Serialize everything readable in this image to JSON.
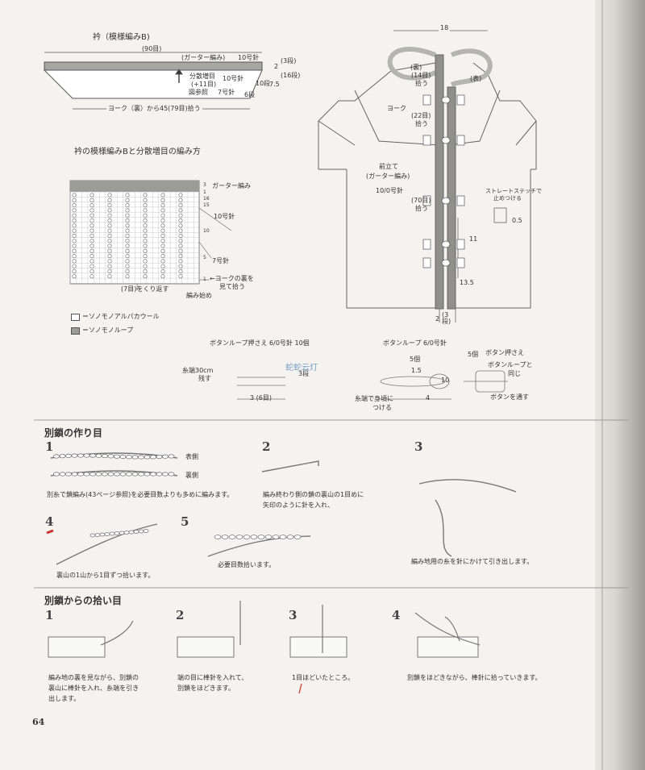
{
  "page_number": "64",
  "collar": {
    "title": "衿（模様編みB)",
    "width": "(90目)",
    "garter": "(ガーター編み)",
    "needle_10": "10号針",
    "increase_line1": "分散増目",
    "increase_line2": "(+11目)",
    "increase_line3": "図参照",
    "needle_7": "7号針",
    "rows_top": "2",
    "rows_top_dan": "(3段)",
    "rows_mid": "(16段)",
    "height": "7.5",
    "rows_10": "10段",
    "rows_6": "6段",
    "pickup": "ヨーク（裏）から45(79目)拾う"
  },
  "chart": {
    "title": "衿の模様編みBと分散増目の編み方",
    "garter": "ガーター編み",
    "needle_10": "10号針",
    "needle_7": "7号針",
    "repeat": "(7目)をくり返す",
    "pickup1": "←ヨークの裏を",
    "pickup2": "見て拾う",
    "start": "編み始め",
    "rows": [
      "3",
      "1",
      "16",
      "15",
      "10",
      "5",
      "1"
    ]
  },
  "legend": {
    "white": "＝ソノモノアルパカウール",
    "gray": "＝ソノモノループ"
  },
  "body": {
    "width18": "18",
    "back_label": "(裏)",
    "back_pick": "(14目)",
    "back_pick2": "拾う",
    "front_label": "(表)",
    "yoke": "ヨーク",
    "pick22": "(22目)",
    "pick22b": "拾う",
    "band1": "前立て",
    "band2": "(ガーター編み)",
    "band3": "10/0号針",
    "pick70": "(70目)",
    "pick70b": "拾う",
    "straight1": "ストレートステッチで",
    "straight2": "止めつける",
    "dim05": "0.5",
    "dim11": "11",
    "dim135": "13.5",
    "dim2": "2",
    "dim2dan": "(3段)"
  },
  "button_loop_holder": {
    "title": "ボタンループ押さえ 6/0号針 10個",
    "tail1": "糸端30cm",
    "tail2": "残す",
    "rows": "3段",
    "bottom": "3 (6目)"
  },
  "button_loop": {
    "title": "ボタンループ 6/0号針",
    "count": "5個",
    "d15": "1.5",
    "d10": "10",
    "d4": "4",
    "attach1": "糸端で身頃に",
    "attach2": "つける"
  },
  "button_holder": {
    "count": "5個",
    "title": "ボタン押さえ",
    "note1": "ボタンループと",
    "note2": "同じ",
    "note3": "ボタンを通す"
  },
  "watermark": "蛇蛇云灯",
  "section1": {
    "title": "別鎖の作り目",
    "steps": [
      {
        "num": "1",
        "label_a": "表側",
        "label_b": "裏側",
        "text1": "別糸で鎖編み(43ページ参照)を必要目数よりも多めに編みます。",
        "text2": ""
      },
      {
        "num": "2",
        "text1": "編み終わり側の鎖の裏山の1目めに",
        "text2": "矢印のように針を入れ、"
      },
      {
        "num": "3",
        "text1": "編み地用の糸を針にかけて引き出します。",
        "text2": ""
      },
      {
        "num": "4",
        "text1": "裏山の1山から1目ずつ拾います。",
        "text2": ""
      },
      {
        "num": "5",
        "text1": "必要目数拾います。",
        "text2": ""
      }
    ]
  },
  "section2": {
    "title": "別鎖からの拾い目",
    "steps": [
      {
        "num": "1",
        "text1": "編み地の裏を見ながら、別鎖の",
        "text2": "裏山に棒針を入れ、糸端を引き",
        "text3": "出します。"
      },
      {
        "num": "2",
        "text1": "端の目に棒針を入れて、",
        "text2": "別鎖をほどきます。",
        "text3": ""
      },
      {
        "num": "3",
        "text1": "1目ほどいたところ。",
        "text2": "",
        "text3": ""
      },
      {
        "num": "4",
        "text1": "別鎖をほどきながら、棒針に拾っていきます。",
        "text2": "",
        "text3": ""
      }
    ]
  }
}
